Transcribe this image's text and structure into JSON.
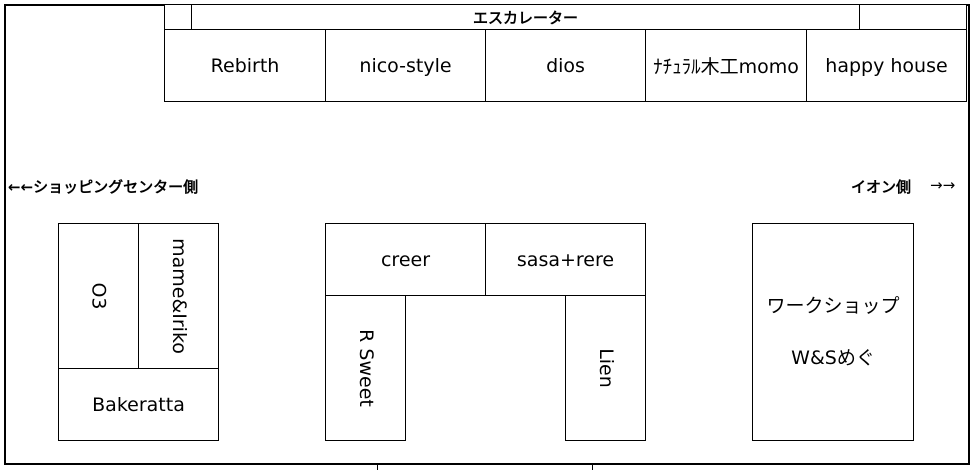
{
  "top": {
    "escalator": "エスカレーター",
    "shops": [
      "Rebirth",
      "nico-style",
      "dios",
      "ﾅﾁｭﾗﾙ木工momo",
      "happy house"
    ]
  },
  "directions": {
    "left": "←←ショッピングセンター側",
    "right_label": "イオン側",
    "right_arrows": "→→"
  },
  "left_block": {
    "o3": "O3",
    "mame": "mame&Iriko",
    "bakeratta": "Bakeratta"
  },
  "center_block": {
    "creer": "creer",
    "sasa": "sasa+rere",
    "rsweet": "R Sweet",
    "lien": "Lien"
  },
  "right_block": {
    "line1": "ワークショップ",
    "line2": "W&Sめぐ"
  }
}
